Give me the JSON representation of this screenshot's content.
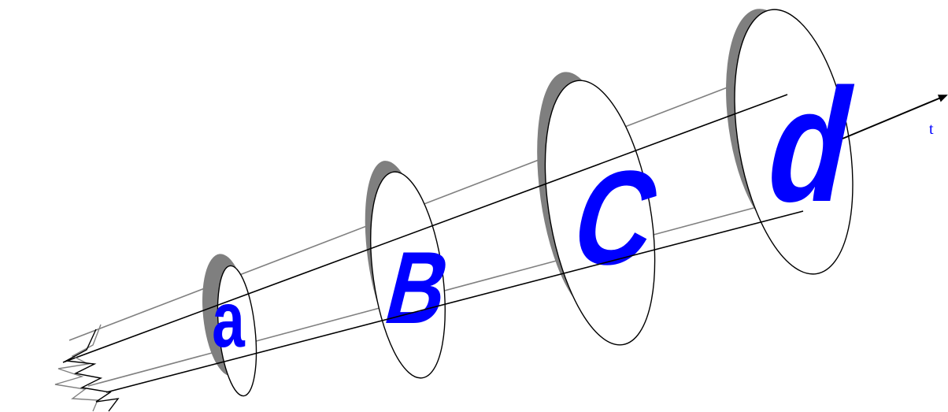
{
  "axis": {
    "label": "t"
  },
  "frames": [
    {
      "letter": "a"
    },
    {
      "letter": "B"
    },
    {
      "letter": "C"
    },
    {
      "letter": "d"
    }
  ],
  "colors": {
    "letter": "#0000ff",
    "axis_label": "#0000ff",
    "stroke": "#000000",
    "shadow": "#808080",
    "back_lines": "#808080",
    "background": "#ffffff"
  }
}
